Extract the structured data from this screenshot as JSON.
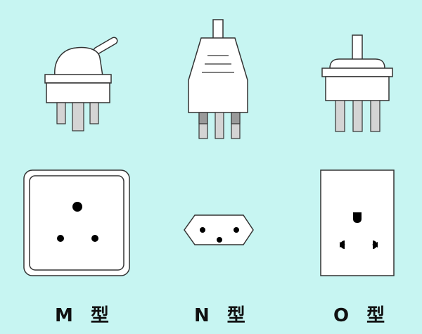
{
  "colors": {
    "background": "#c7f5f2",
    "plug_fill": "#ffffff",
    "outline": "#333333",
    "pin_fill": "#d4d4d4",
    "pin_base": "#9a9a9a",
    "hole": "#000000"
  },
  "types": [
    {
      "id": "M",
      "label": "M 型",
      "plug_icon": "type-m-plug-icon",
      "socket_icon": "type-m-socket-icon"
    },
    {
      "id": "N",
      "label": "N 型",
      "plug_icon": "type-n-plug-icon",
      "socket_icon": "type-n-socket-icon"
    },
    {
      "id": "O",
      "label": "O 型",
      "plug_icon": "type-o-plug-icon",
      "socket_icon": "type-o-socket-icon"
    }
  ]
}
